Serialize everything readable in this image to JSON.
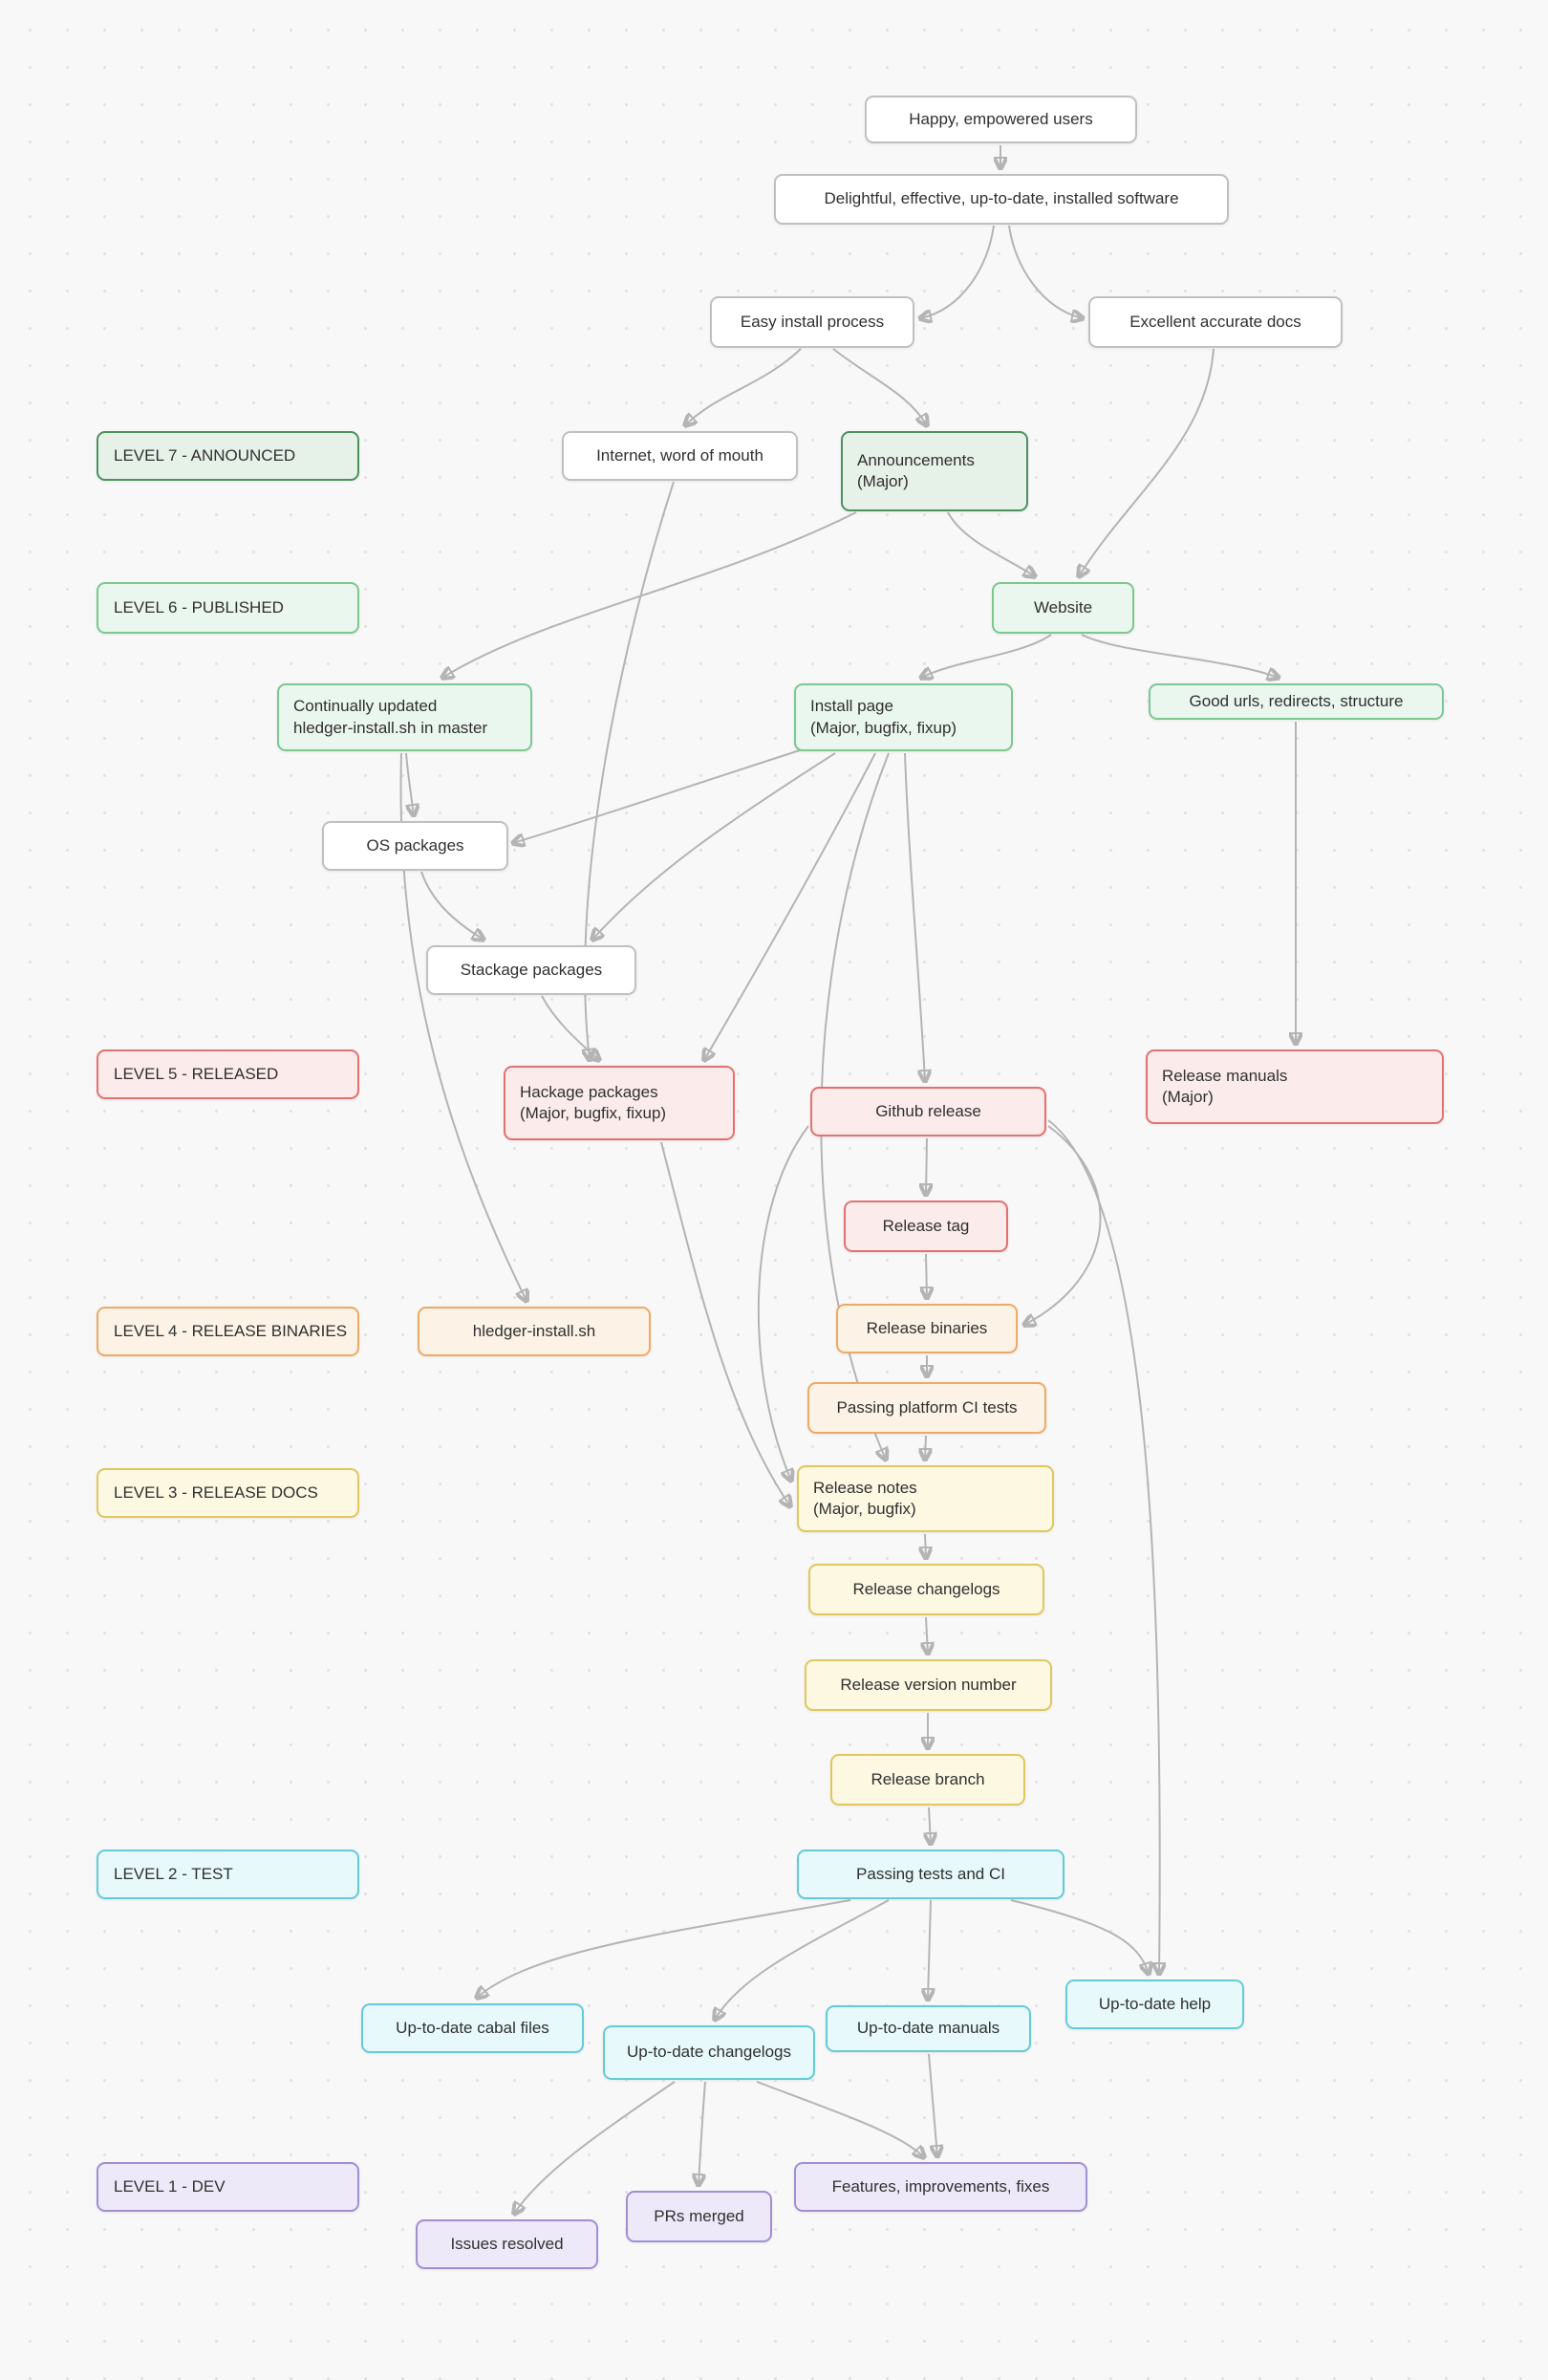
{
  "palette": {
    "background": "#f8f8f8",
    "edge": "#b4b4b4",
    "level7_green_dark": "#4c9260",
    "level6_green": "#7cc88e",
    "level5_red": "#e57070",
    "level4_orange": "#edaa64",
    "level3_yellow": "#e0c75e",
    "level2_cyan": "#63cbd8",
    "level1_purple": "#a18fd2"
  },
  "nodes": {
    "happy": {
      "label": "Happy, empowered users"
    },
    "delightful": {
      "label": "Delightful, effective, up-to-date, installed software"
    },
    "easy_install": {
      "label": "Easy install process"
    },
    "excellent_docs": {
      "label": "Excellent accurate docs"
    },
    "level7": {
      "label": "LEVEL 7 - ANNOUNCED"
    },
    "internet": {
      "label": "Internet, word of mouth"
    },
    "announcements": {
      "label": "Announcements",
      "sublabel": "(Major)"
    },
    "level6": {
      "label": "LEVEL 6 - PUBLISHED"
    },
    "website": {
      "label": "Website"
    },
    "continually": {
      "label": "Continually updated",
      "sublabel": "hledger-install.sh in master"
    },
    "install_page": {
      "label": "Install page",
      "sublabel": "(Major, bugfix, fixup)"
    },
    "good_urls": {
      "label": "Good urls, redirects, structure"
    },
    "os_packages": {
      "label": "OS packages"
    },
    "stackage": {
      "label": "Stackage packages"
    },
    "level5": {
      "label": "LEVEL 5 - RELEASED"
    },
    "hackage": {
      "label": "Hackage packages",
      "sublabel": "(Major, bugfix, fixup)"
    },
    "github_release": {
      "label": "Github release"
    },
    "release_manuals": {
      "label": "Release manuals",
      "sublabel": "(Major)"
    },
    "release_tag": {
      "label": "Release tag"
    },
    "level4": {
      "label": "LEVEL 4 - RELEASE BINARIES"
    },
    "hledger_install": {
      "label": "hledger-install.sh"
    },
    "release_binaries": {
      "label": "Release binaries"
    },
    "passing_platform": {
      "label": "Passing platform CI tests"
    },
    "level3": {
      "label": "LEVEL 3 - RELEASE DOCS"
    },
    "release_notes": {
      "label": "Release notes",
      "sublabel": "(Major, bugfix)"
    },
    "release_changelogs": {
      "label": "Release changelogs"
    },
    "release_version": {
      "label": "Release version number"
    },
    "release_branch": {
      "label": "Release branch"
    },
    "level2": {
      "label": "LEVEL 2 - TEST"
    },
    "passing_tests": {
      "label": "Passing tests and CI"
    },
    "cabal_files": {
      "label": "Up-to-date cabal files"
    },
    "changelogs": {
      "label": "Up-to-date changelogs"
    },
    "manuals": {
      "label": "Up-to-date manuals"
    },
    "help": {
      "label": "Up-to-date help"
    },
    "level1": {
      "label": "LEVEL 1 - DEV"
    },
    "features": {
      "label": "Features, improvements, fixes"
    },
    "prs_merged": {
      "label": "PRs merged"
    },
    "issues_resolved": {
      "label": "Issues resolved"
    }
  }
}
